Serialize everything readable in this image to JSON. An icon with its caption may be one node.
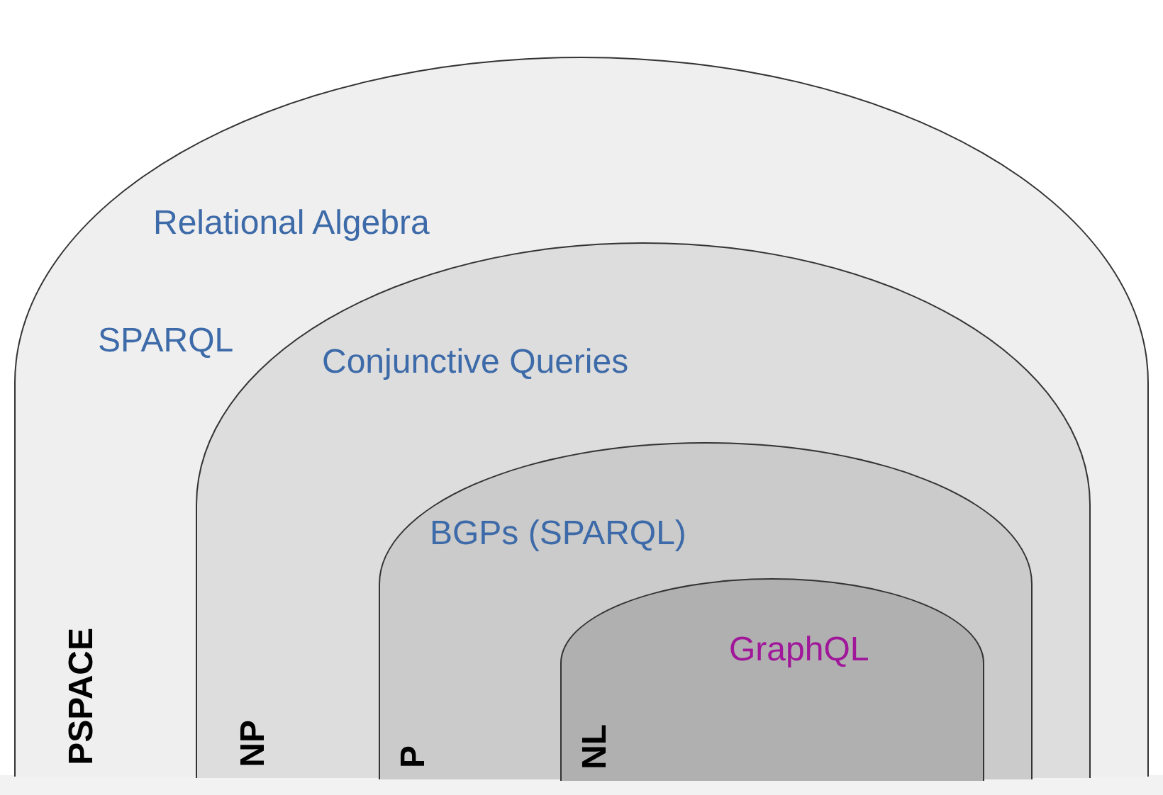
{
  "diagram": {
    "nodes": [
      {
        "text": [
          "Relational Algebra",
          "SPARQL",
          "PSPACE"
        ]
      },
      {
        "text": [
          "Conjunctive Queries",
          "NP"
        ],
        "in": 0
      },
      {
        "text": [
          "BGPs (SPARQL)",
          "P"
        ],
        "in": 1
      },
      {
        "text": [
          "GraphQL",
          "NL"
        ],
        "in": 2
      }
    ]
  }
}
